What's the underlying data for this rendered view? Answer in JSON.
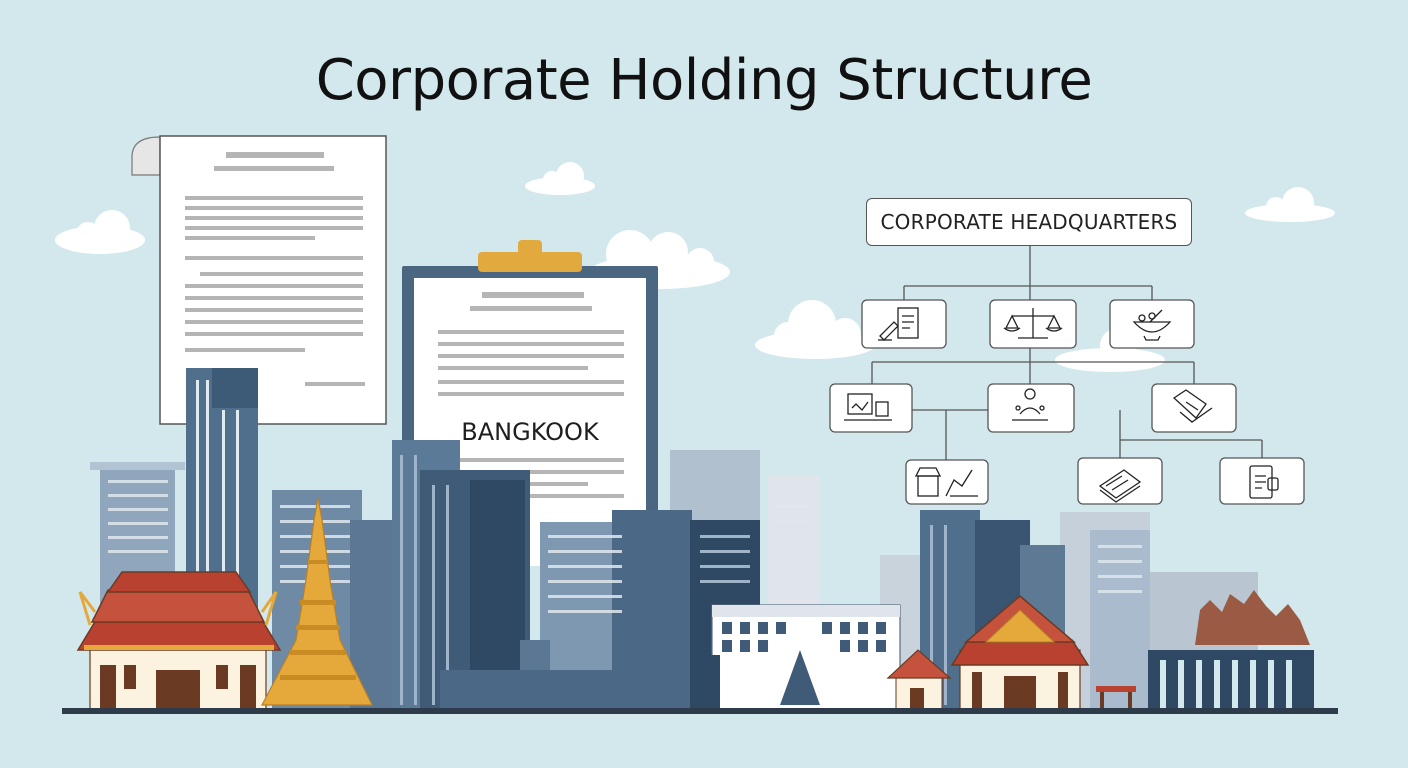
{
  "title": "Corporate Holding Structure",
  "city_label": "BANGKOOK",
  "org_chart": {
    "root": "CORPORATE HEADQUARTERS",
    "level1": [
      {
        "icon": "document-signing-icon"
      },
      {
        "icon": "scales-of-justice-icon"
      },
      {
        "icon": "mortar-and-pestle-icon"
      }
    ],
    "level2": [
      {
        "icon": "office-desk-icon"
      },
      {
        "icon": "meeting-person-icon"
      },
      {
        "icon": "handshake-contract-icon"
      }
    ],
    "level3": [
      {
        "icon": "shop-factory-icon"
      },
      {
        "icon": "ledger-book-icon"
      },
      {
        "icon": "mobile-phone-icon"
      }
    ]
  },
  "colors": {
    "sky": "#d3e8ed",
    "cloud": "#ffffff",
    "building_dark": "#3f5b78",
    "building_light": "#8fa6bd",
    "temple_roof": "#b8412f",
    "temple_gold": "#e4a93a",
    "clipboard_frame": "#4a6680",
    "clipboard_clip": "#e1a93e",
    "ground": "#2d3b4b"
  }
}
